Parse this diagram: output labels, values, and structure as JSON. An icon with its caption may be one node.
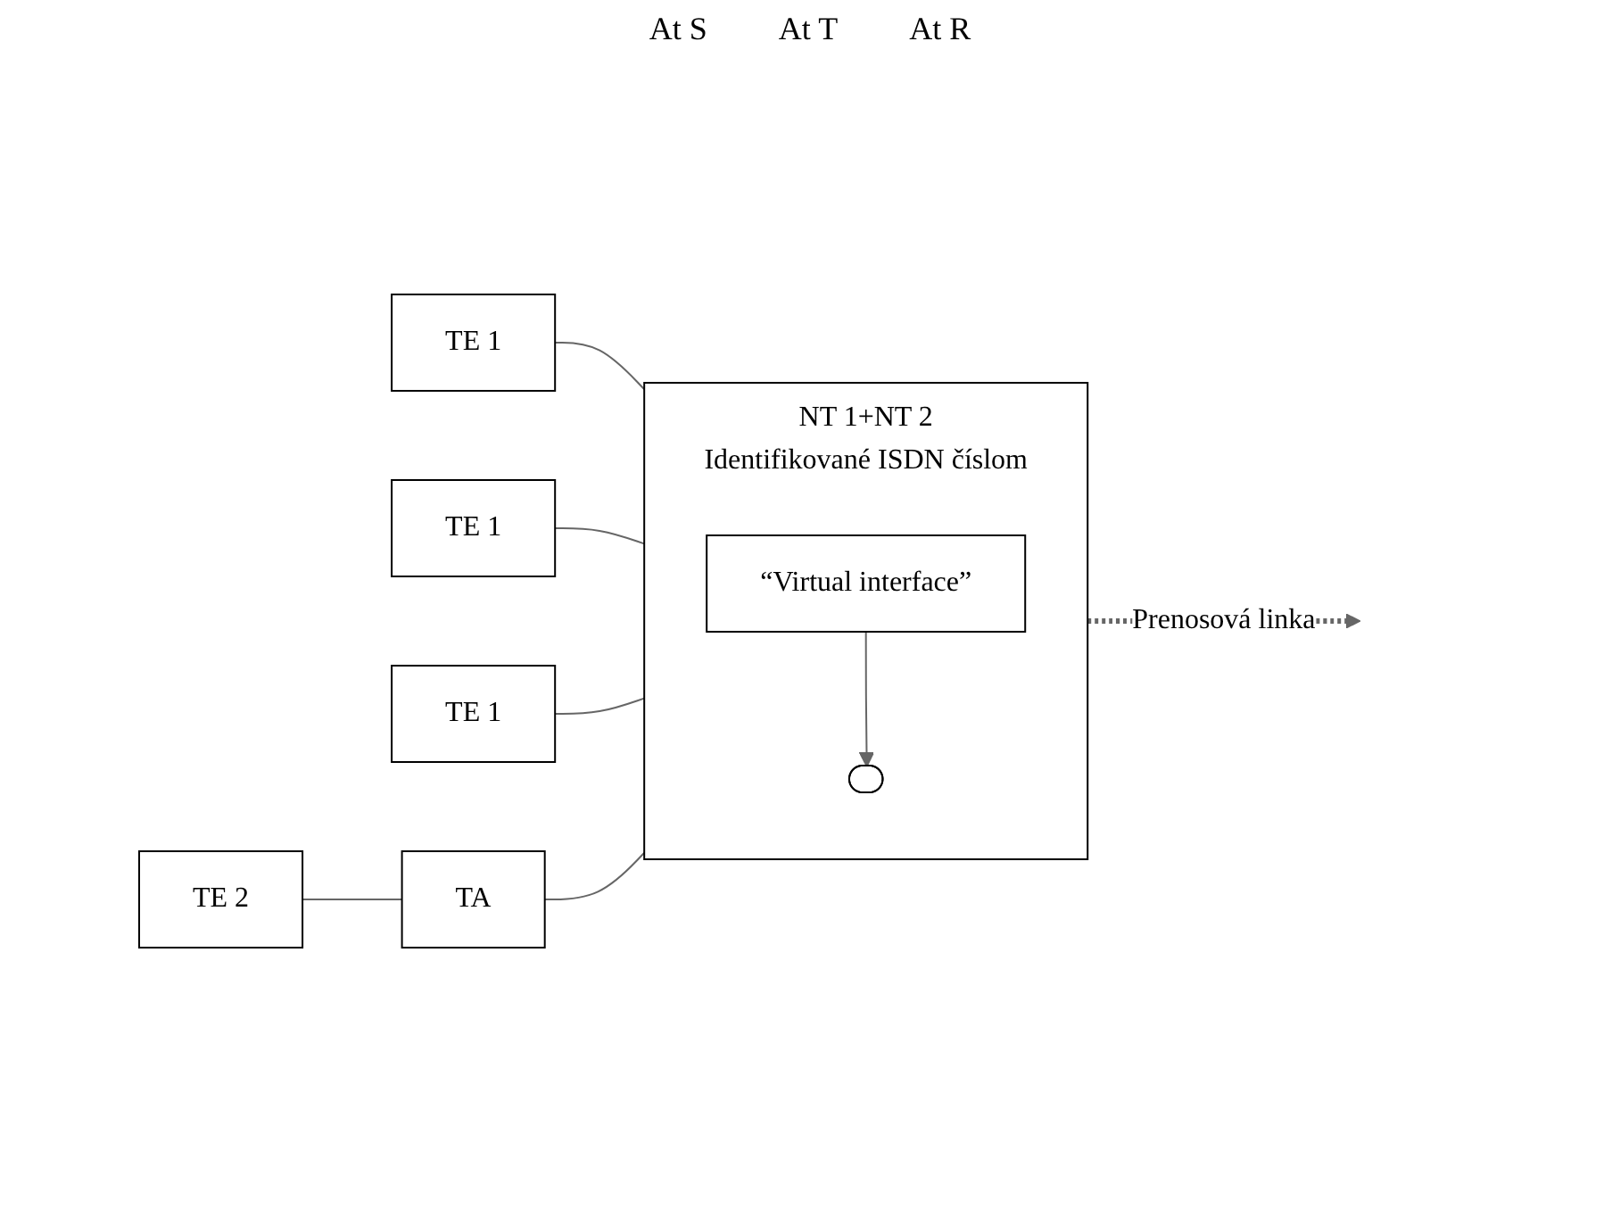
{
  "diagram": {
    "nodes": [
      {
        "text": [
          "TE 1"
        ]
      },
      {
        "text": [
          "TE 1"
        ]
      },
      {
        "text": [
          "TE 1"
        ]
      },
      {
        "text": [
          "TE 2"
        ]
      },
      {
        "text": [
          "TA"
        ]
      },
      {
        "text": [
          "NT 1+NT 2",
          "Identifikované ISDN číslom"
        ]
      },
      {
        "text": [],
        "shape": "oval",
        "in": 5
      },
      {
        "text": [
          "“Virtual interface”"
        ],
        "in": 5
      }
    ],
    "edges": [
      {
        "from": 0,
        "to": 5,
        "arrow": "none"
      },
      {
        "from": 1,
        "to": 5,
        "arrow": "none"
      },
      {
        "from": 2,
        "to": 5,
        "arrow": "none"
      },
      {
        "from": 3,
        "to": 4,
        "arrow": "none"
      },
      {
        "from": 4,
        "to": 5,
        "arrow": "none"
      },
      {
        "from": 7,
        "to": 6,
        "arrow": "to"
      },
      {
        "from": 5,
        "to": null,
        "arrow": "to",
        "label": "Prenosová linka",
        "style": "dashed"
      }
    ],
    "labels": [
      "At S",
      "At T",
      "At R"
    ]
  }
}
